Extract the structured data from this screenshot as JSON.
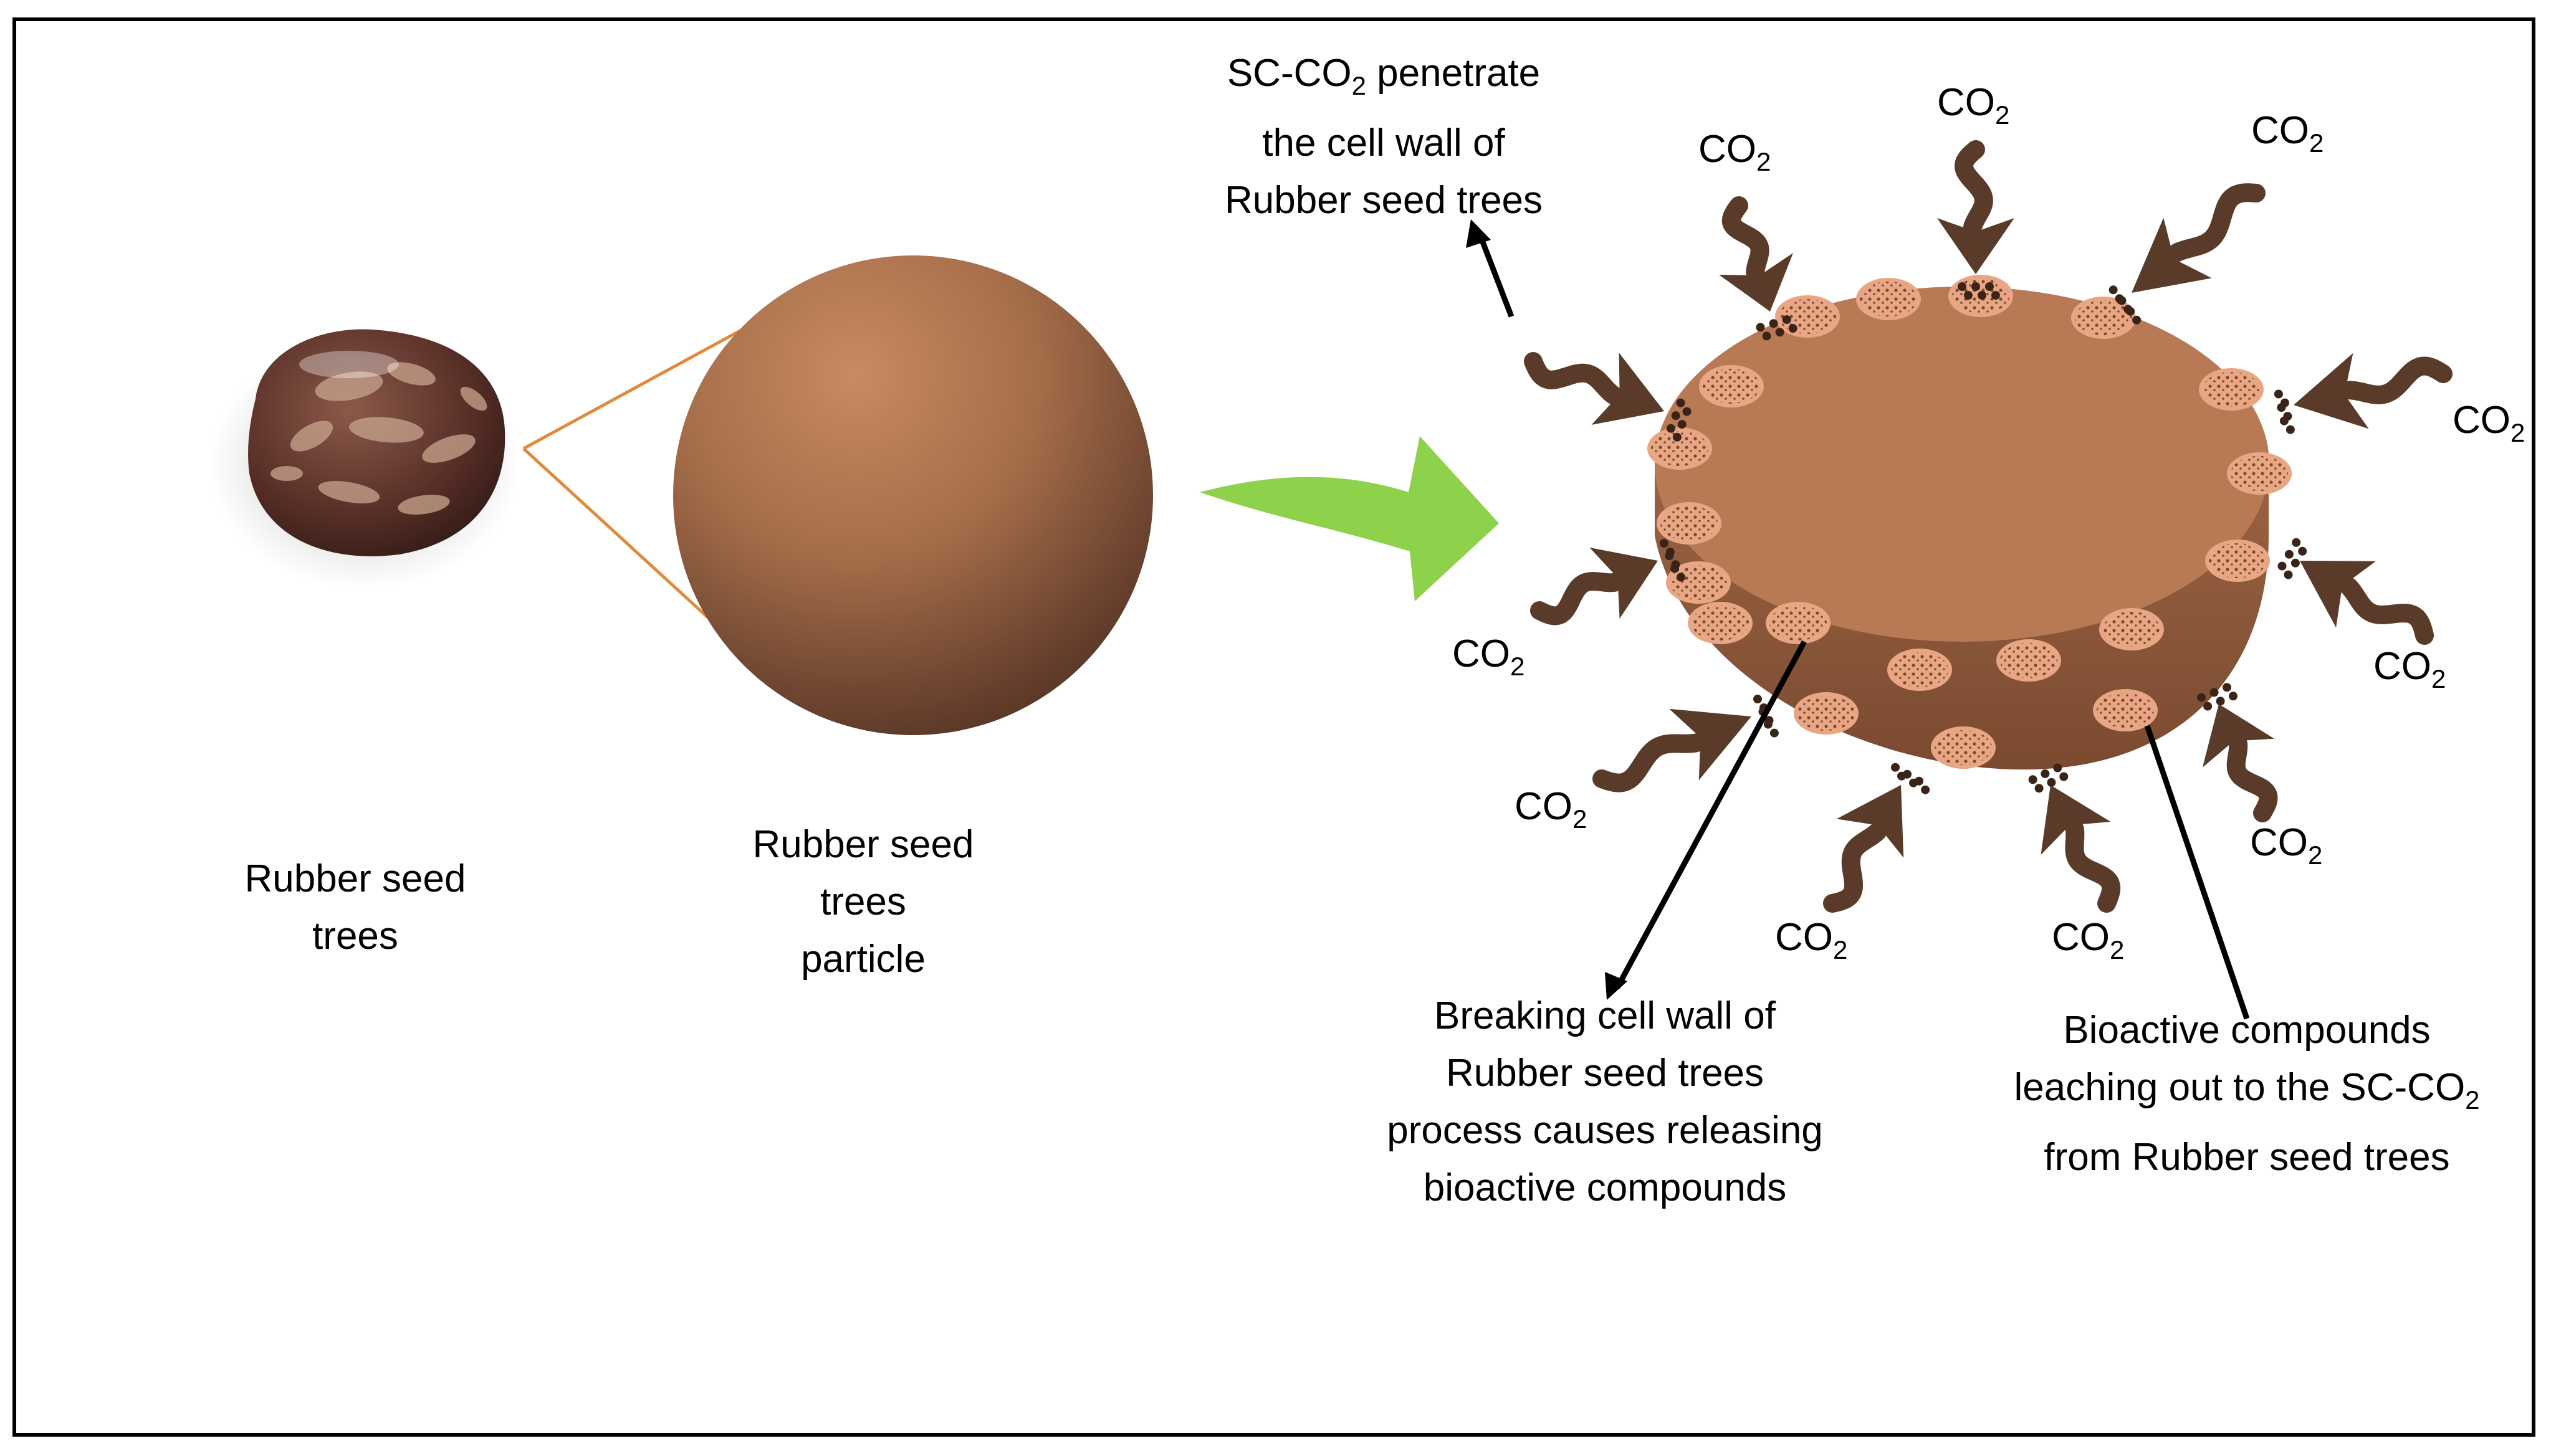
{
  "labels": {
    "seed": [
      "Rubber seed",
      "trees"
    ],
    "particle": [
      "Rubber seed",
      "trees",
      "particle"
    ],
    "penetrate": {
      "line1_pre": "SC-CO",
      "line1_sub": "2",
      "line1_post": " penetrate",
      "line2": "the cell wall of",
      "line3": "Rubber seed trees"
    },
    "breaking": [
      "Breaking cell wall of",
      "Rubber seed trees",
      "process causes releasing",
      "bioactive compounds"
    ],
    "leaching": {
      "line1": "Bioactive compounds",
      "line2_pre": "leaching out to the SC-CO",
      "line2_sub": "2",
      "line3": "from Rubber seed trees"
    }
  },
  "co2": {
    "text": "CO",
    "sub": "2"
  },
  "colors": {
    "cylinder_top": "#b87a55",
    "cylinder_side": "#8f5a3c",
    "pore": "#e8a684",
    "squiggle": "#5a3a28",
    "green_arrow": "#8ed14a",
    "zoom_lines": "#e08a3c",
    "seed_dark": "#4d2a22",
    "seed_light": "#c9a58e"
  },
  "icons": [
    "rubber-seed-image",
    "particle-sphere",
    "green-curved-arrow",
    "cell-cylinder",
    "co2-squiggle-arrow"
  ]
}
